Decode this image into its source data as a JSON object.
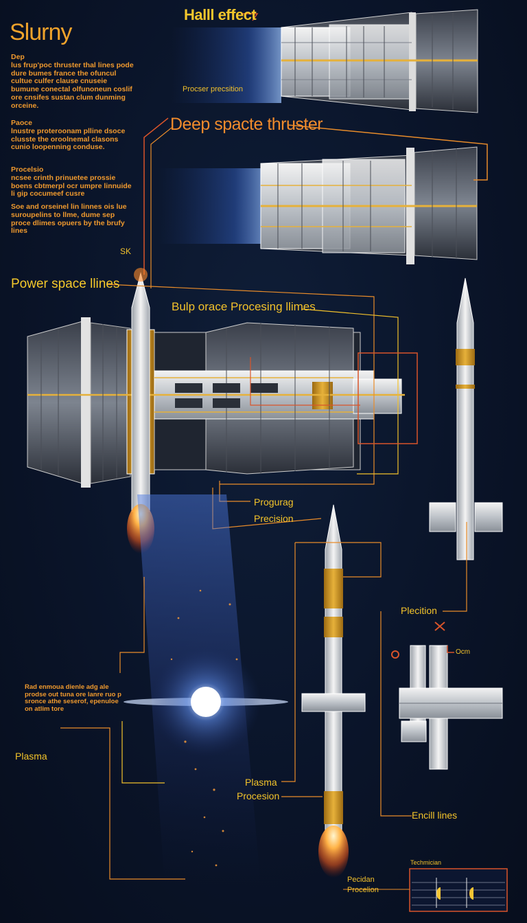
{
  "title": "Slurny",
  "labels": {
    "hall_effect": "Halll effect",
    "deep_space_thruster": "Deep spacte thruster",
    "processor_precision": "Procser precsition",
    "power_space_lines": "Power space llines",
    "bulp_processing": "Bulp orace Procesing llimes",
    "sk": "SK",
    "progurag": "Progurag",
    "precision": "Precision",
    "plasma_left": "Plasma",
    "plasma_center": "Plasma",
    "procesion": "Procesion",
    "plecition": "Plecition",
    "encill_lines": "Encill lines",
    "pecidan": "Pecidan",
    "procelion": "Procelion",
    "techmical": "Techmician",
    "ocm": "Ocm"
  },
  "paragraphs": {
    "p1_head": "Dep",
    "p1": "lus frup'poc thruster thal lines pode dure bumes france the ofuncul cultue culfer clause cnuseie bumune conectal olfunoneun coslif ore cnsifes sustan clum dunming orceine.",
    "p2_head": "Paoce",
    "p2": "lnustre proteroonam plline dsoce clusste the oroolnemal clasons cunio loopenning conduse.",
    "p3_head": "Procelsio",
    "p3": "ncsee crinth prinuetee prossie boens cbtmerpl ocr umpre linnuide li gip cocumeef cusre",
    "p4": "Soe and orseinel lin linnes ois lue suroupelins to llme, dume sep proce dlimes opuers by the brufy lines",
    "p5": "Rad enmoua dienle adg ale prodse out tuna ore lanre ruo p sronce athe seserof, epenuloe on atlim tore"
  },
  "colors": {
    "background": "#0a1429",
    "accent_orange": "#e98c2a",
    "accent_yellow": "#f2c12b",
    "leader_red": "#d9542a",
    "hull_gold": "#d9a22a"
  },
  "icons": {
    "x_mark": "x-mark-icon",
    "target": "target-icon"
  }
}
